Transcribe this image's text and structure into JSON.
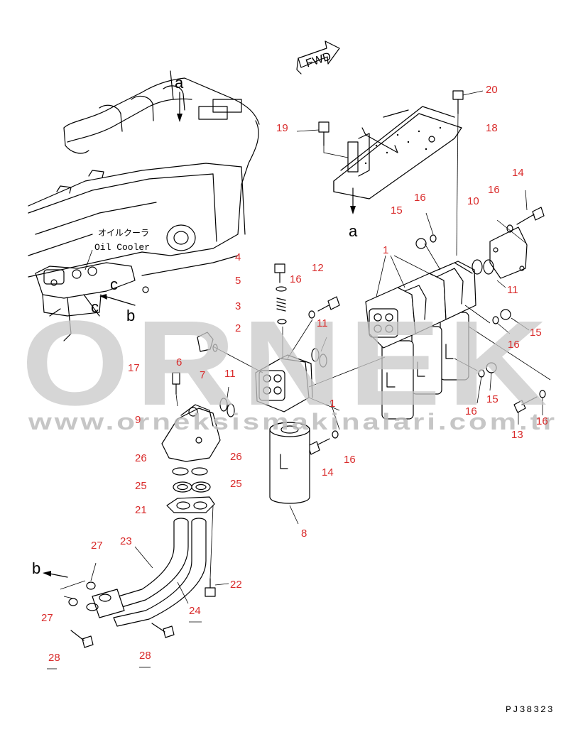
{
  "labels": {
    "fwd": "FWD",
    "oil_cooler_jp": "オイルクーラ",
    "oil_cooler_en": "Oil Cooler",
    "view_a_top": "a",
    "view_a_bottom": "a",
    "view_b_right": "b",
    "view_b_left": "b",
    "view_c1": "c",
    "view_c2": "c",
    "drawing_code": "PJ38323"
  },
  "watermark": {
    "brand": "ORNEK",
    "url": "www.orneksismakinalari.com.tr"
  },
  "callouts": {
    "c1": "1",
    "c1b": "1",
    "c2": "2",
    "c3": "3",
    "c4": "4",
    "c5": "5",
    "c6": "6",
    "c7": "7",
    "c8": "8",
    "c9": "9",
    "c10": "10",
    "c11a": "11",
    "c11b": "11",
    "c11c": "11",
    "c12": "12",
    "c13": "13",
    "c14a": "14",
    "c14b": "14",
    "c15a": "15",
    "c15b": "15",
    "c15c": "15",
    "c16a": "16",
    "c16b": "16",
    "c16c": "16",
    "c16d": "16",
    "c16e": "16",
    "c16f": "16",
    "c16g": "16",
    "c17": "17",
    "c18": "18",
    "c19": "19",
    "c20": "20",
    "c21": "21",
    "c22": "22",
    "c23": "23",
    "c24": "24",
    "c25a": "25",
    "c25b": "25",
    "c26a": "26",
    "c26b": "26",
    "c27a": "27",
    "c27b": "27",
    "c28a": "28",
    "c28b": "28"
  },
  "colors": {
    "callout": "#d92b2b",
    "line": "#000000",
    "watermark": "#c9c9c9"
  }
}
